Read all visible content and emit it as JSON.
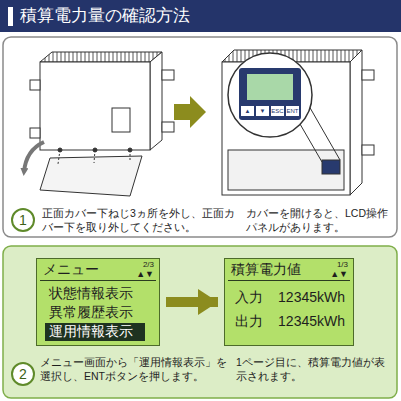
{
  "diagram": {
    "title": "積算電力量の確認方法",
    "nodes": [
      {
        "text": [
          "1"
        ]
      },
      {
        "text": [
          "メニュー",
          "2/3",
          "▲▼",
          "状態情報表示",
          "異常履歴表示"
        ]
      },
      {
        "text": [
          "運用情報表示"
        ],
        "in": 1
      },
      {
        "text": [
          "積算電力値",
          "1/3",
          "▲▼",
          "入力",
          "12345kWh",
          "出力",
          "12345kWh"
        ]
      },
      {
        "text": [
          "2"
        ]
      }
    ],
    "edges": [
      {
        "from": 1,
        "to": 3,
        "arrow": "to"
      }
    ],
    "labels": [
      "正面カバー下ねじ3ヵ所を外し、正面カバー下を取り外してください。",
      "カバーを開けると、LCD操作パネルがあります。",
      "メニュー画面から「運用情報表示」を選択し、ENTボタンを押します。",
      "1ページ目に、積算電力値が表示されます。",
      "▲",
      "▼",
      "ESC",
      "ENT"
    ]
  }
}
